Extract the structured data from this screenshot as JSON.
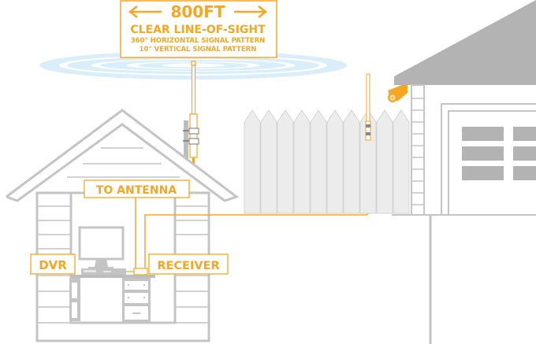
{
  "colors": {
    "accent": "#f5a623",
    "gray": "#c4c4c4",
    "dark_gray": "#b0b0b0",
    "fence": "#ececec",
    "signal": "#d6ecf8"
  },
  "callout": {
    "range": "800FT",
    "headline": "CLEAR LINE-OF-SIGHT",
    "line1": "360° HORIZONTAL SIGNAL PATTERN",
    "line2": "10° VERTICAL SIGNAL PATTERN"
  },
  "labels": {
    "to_antenna": "TO ANTENNA",
    "dvr": "DVR",
    "receiver": "RECEIVER"
  }
}
